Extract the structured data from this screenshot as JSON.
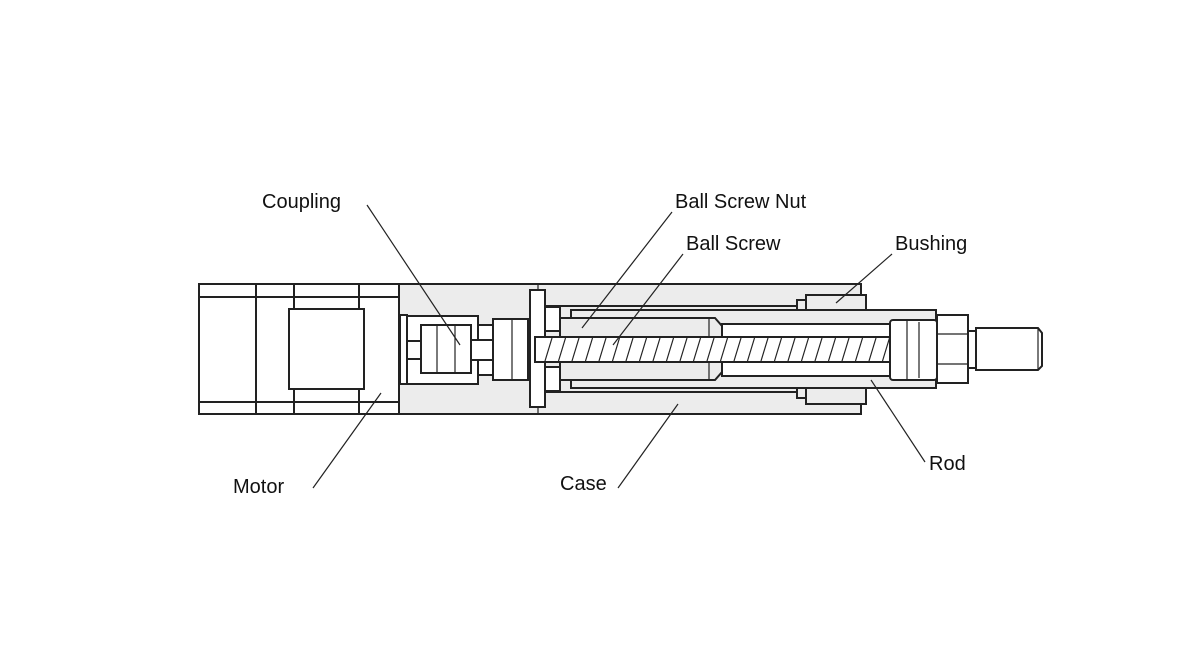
{
  "diagram": {
    "labels": {
      "coupling": "Coupling",
      "ball_screw_nut": "Ball Screw Nut",
      "ball_screw": "Ball Screw",
      "bushing": "Bushing",
      "motor": "Motor",
      "case": "Case",
      "rod": "Rod"
    },
    "colors": {
      "part_fill": "#ececec",
      "outline": "#222222",
      "background": "#ffffff"
    }
  }
}
